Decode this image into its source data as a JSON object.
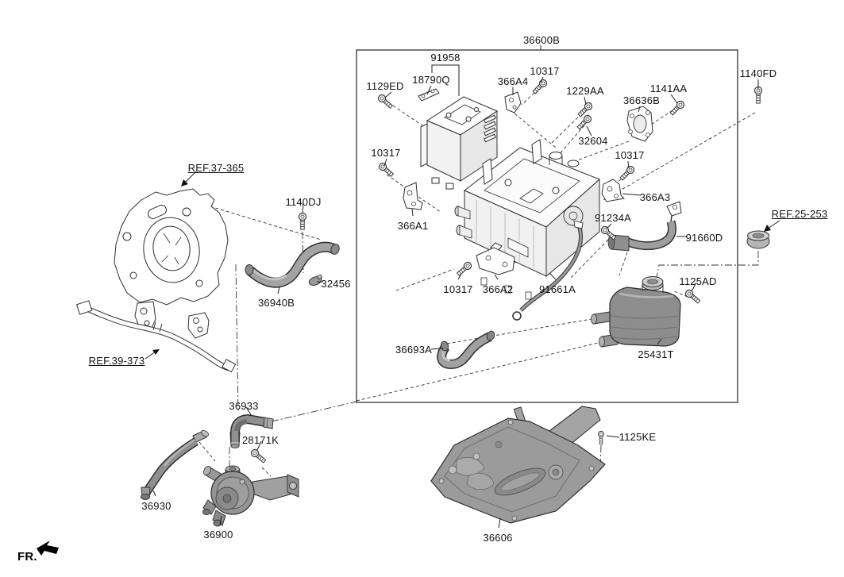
{
  "diagram": {
    "kind": "exploded-parts-diagram",
    "assembly_box_part": "36600B",
    "front_marker": "FR."
  },
  "colors": {
    "background": "#ffffff",
    "line": "#2f2f2f",
    "hose_gray": "#9e9e9e",
    "tank_gray": "#8d8d8d",
    "plate_gray": "#9b9b9b",
    "text": "#111111"
  },
  "labels": [
    {
      "text": "36600B"
    },
    {
      "text": "91958"
    },
    {
      "text": "18790Q"
    },
    {
      "text": "1129ED"
    },
    {
      "text": "366A4"
    },
    {
      "text": "10317"
    },
    {
      "text": "1229AA"
    },
    {
      "text": "36636B"
    },
    {
      "text": "1141AA"
    },
    {
      "text": "1140FD"
    },
    {
      "text": "10317"
    },
    {
      "text": "32604"
    },
    {
      "text": "10317"
    },
    {
      "text": "366A3"
    },
    {
      "text": "366A1"
    },
    {
      "text": "91234A"
    },
    {
      "text": "91660D"
    },
    {
      "text": "REF.25-253"
    },
    {
      "text": "10317"
    },
    {
      "text": "366A2"
    },
    {
      "text": "91661A"
    },
    {
      "text": "1125AD"
    },
    {
      "text": "36693A"
    },
    {
      "text": "25431T"
    },
    {
      "text": "REF.37-365"
    },
    {
      "text": "1140DJ"
    },
    {
      "text": "32456"
    },
    {
      "text": "36940B"
    },
    {
      "text": "REF.39-373"
    },
    {
      "text": "36933"
    },
    {
      "text": "28171K"
    },
    {
      "text": "36930"
    },
    {
      "text": "36900"
    },
    {
      "text": "1125KE"
    },
    {
      "text": "36606"
    },
    {
      "text": "FR."
    }
  ]
}
